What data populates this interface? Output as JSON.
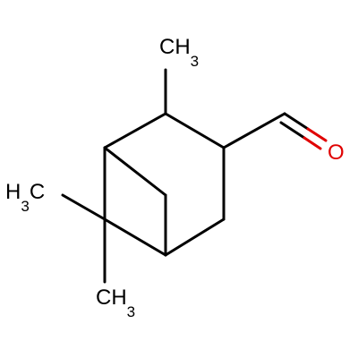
{
  "labels": {
    "methyl_top": {
      "main": "CH",
      "sub": "3"
    },
    "methyl_left": {
      "main": "H",
      "sub": "3",
      "tail": "C"
    },
    "methyl_bottom": {
      "main": "CH",
      "sub": "3"
    },
    "oxygen": "O"
  },
  "colors": {
    "bond": "#000000",
    "oxygen": "#e00000",
    "background": "#ffffff"
  }
}
